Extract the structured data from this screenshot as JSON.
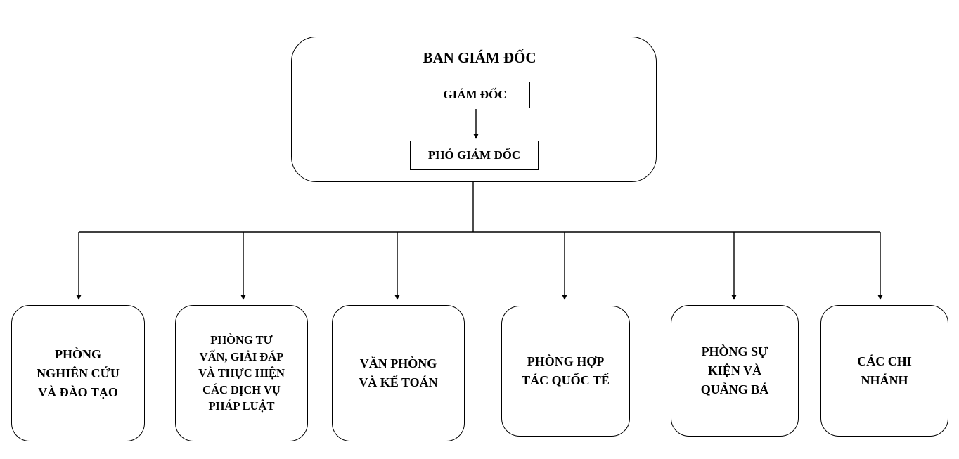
{
  "board": {
    "title": "BAN GIÁM ĐỐC",
    "director": "GIÁM ĐỐC",
    "deputy": "PHÓ GIÁM ĐỐC"
  },
  "departments": [
    {
      "lines": [
        "PHÒNG",
        "NGHIÊN CỨU",
        "VÀ ĐÀO TẠO"
      ]
    },
    {
      "lines": [
        "PHÒNG TƯ",
        "VẤN, GIẢI ĐÁP",
        "VÀ THỰC HIỆN",
        "CÁC DỊCH VỤ",
        "PHÁP LUẬT"
      ]
    },
    {
      "lines": [
        "VĂN PHÒNG",
        "VÀ KẾ TOÁN"
      ]
    },
    {
      "lines": [
        "PHÒNG HỢP",
        "TÁC QUỐC TẾ"
      ]
    },
    {
      "lines": [
        "PHÒNG SỰ",
        "KIỆN VÀ",
        "QUẢNG BÁ"
      ]
    },
    {
      "lines": [
        "CÁC CHI",
        "NHÁNH"
      ]
    }
  ],
  "colors": {
    "line": "#000000",
    "background": "#ffffff"
  }
}
